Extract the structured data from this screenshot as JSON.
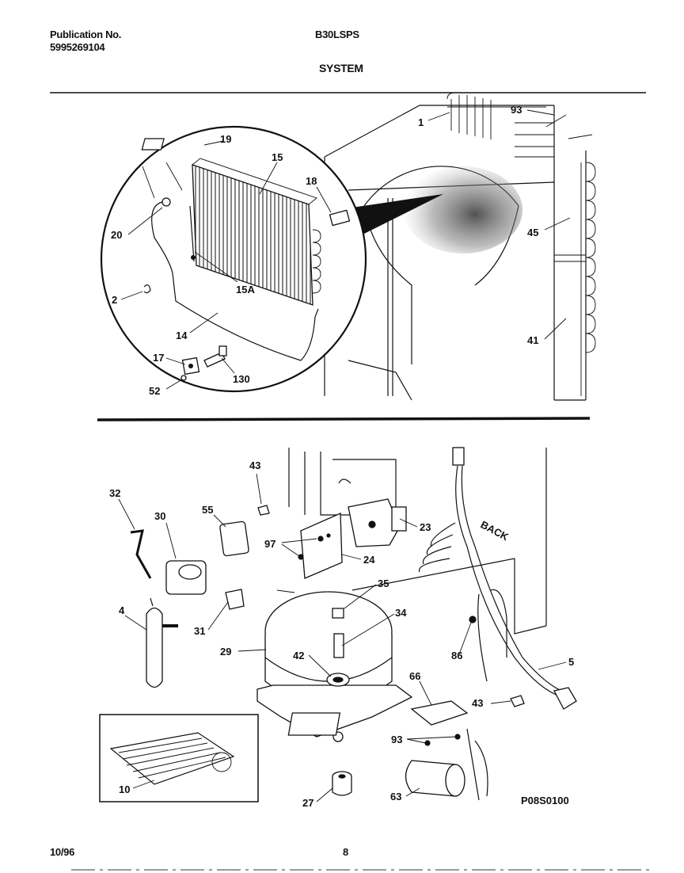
{
  "header": {
    "publication_label": "Publication No.",
    "publication_number": "5995269104",
    "model": "B30LSPS",
    "section_title": "SYSTEM"
  },
  "footer": {
    "date": "10/96",
    "page_number": "8"
  },
  "diagram_code": "P08S0100",
  "back_label": "BACK",
  "top_callouts": [
    "93",
    "1",
    "19",
    "15",
    "18",
    "45",
    "20",
    "15A",
    "2",
    "14",
    "41",
    "17",
    "130",
    "52"
  ],
  "bottom_callouts": [
    "43",
    "32",
    "30",
    "55",
    "97",
    "23",
    "24",
    "35",
    "4",
    "34",
    "31",
    "29",
    "42",
    "86",
    "5",
    "66",
    "43",
    "93",
    "10",
    "27",
    "63"
  ]
}
